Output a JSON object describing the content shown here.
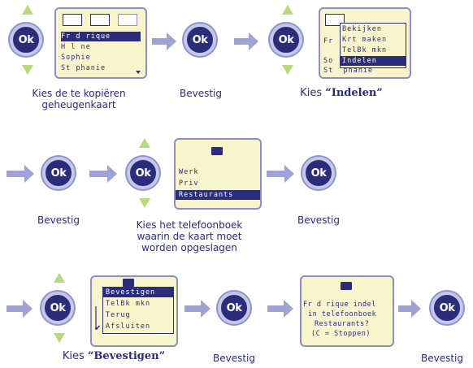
{
  "ok_label": "Ok",
  "colors": {
    "accent": "#2b2d7a",
    "arrow": "#9fa3d4",
    "nav": "#b8d982",
    "screen": "#f8f4cc"
  },
  "icons": [
    "ok-button",
    "up-arrow-icon",
    "down-arrow-icon",
    "right-arrow-icon",
    "folder-icon"
  ],
  "step1": {
    "list": [
      "Fr d rique",
      "H l ne",
      "Sophie",
      "St phanie"
    ],
    "caption1": "Kies de te kopiëren",
    "caption2": "geheugenkaart"
  },
  "step2": {
    "caption": "Bevestig"
  },
  "step3": {
    "bg_rows": [
      "Fr",
      "So",
      "St  phanie"
    ],
    "menu": [
      "Bekijken",
      "Krt maken",
      "TelBk mkn",
      "Indelen"
    ],
    "caption_prefix": "Kies ",
    "caption_bold": "“Indelen”"
  },
  "step4": {
    "caption": "Bevestig"
  },
  "step5": {
    "list": [
      "Werk",
      "Priv",
      "Restaurants"
    ],
    "caption1": "Kies het telefoonboek",
    "caption2": "waarin de kaart moet",
    "caption3": "worden opgeslagen"
  },
  "step6": {
    "caption": "Bevestig"
  },
  "step7": {
    "menu": [
      "Bevestigen",
      "TelBk mkn",
      "Terug",
      "Afsluiten"
    ],
    "check": "✔",
    "caption_prefix": "Kies ",
    "caption_bold": "“Bevestigen”"
  },
  "step8": {
    "caption": "Bevestig"
  },
  "step9": {
    "lines": [
      "Fr d rique indel",
      "in telefoonboek",
      "Restaurants?",
      "(C = Stoppen)"
    ]
  },
  "step10": {
    "caption": "Bevestig"
  }
}
